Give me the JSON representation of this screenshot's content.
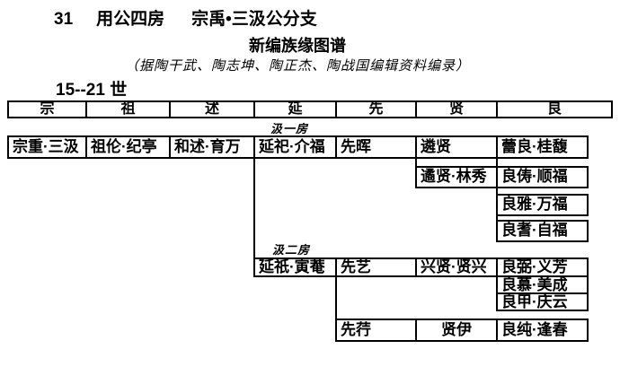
{
  "header": {
    "number": "31",
    "title": "用公四房",
    "branch": "宗禹•三汲公分支",
    "subtitle": "新编族缘图谱",
    "note": "（据陶干武、陶志坤、陶正杰、陶战国编辑资料编录）",
    "range": "15--21 世"
  },
  "columns": [
    "宗",
    "祖",
    "述",
    "延",
    "先",
    "贤",
    "良"
  ],
  "sections": {
    "s1": {
      "label": "汲一房",
      "r1": {
        "g15": "宗重·三汲",
        "g16": "祖伦·纪亭",
        "g17": "和述·育万",
        "g18": "延祀·介福",
        "g19": "先晖",
        "g20": "遴贤",
        "g21": "蕾良·桂馥"
      },
      "r2": {
        "g20": "遹贤·林秀",
        "g21": "良俦·顺福"
      },
      "r3": {
        "g21": "良雅·万福"
      },
      "r4": {
        "g21": "良耆·自福"
      }
    },
    "s2": {
      "label": "汲二房",
      "r1": {
        "g18": "延祇·寅菴",
        "g19": "先艺",
        "g20": "兴贤·贤兴",
        "g21": "良弼·义芳"
      },
      "r2": {
        "g21": "良慕·美成"
      },
      "r3": {
        "g21": "良甲·庆云"
      },
      "r4": {
        "g19": "先荇",
        "g20": "贤伊",
        "g21": "良纯·逢春"
      }
    }
  }
}
